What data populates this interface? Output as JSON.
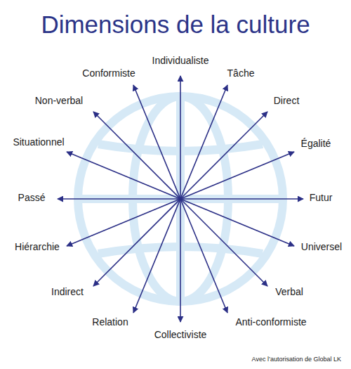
{
  "diagram": {
    "title": "Dimensions de la culture",
    "caption": "Avec l’autorisation de Global LK",
    "labels": [
      "Individualiste",
      "Tâche",
      "Direct",
      "Égalité",
      "Futur",
      "Universel",
      "Verbal",
      "Anti-conformiste",
      "Collectiviste",
      "Relation",
      "Indirect",
      "Hiérarchie",
      "Passé",
      "Situationnel",
      "Non-verbal",
      "Conformiste"
    ]
  }
}
